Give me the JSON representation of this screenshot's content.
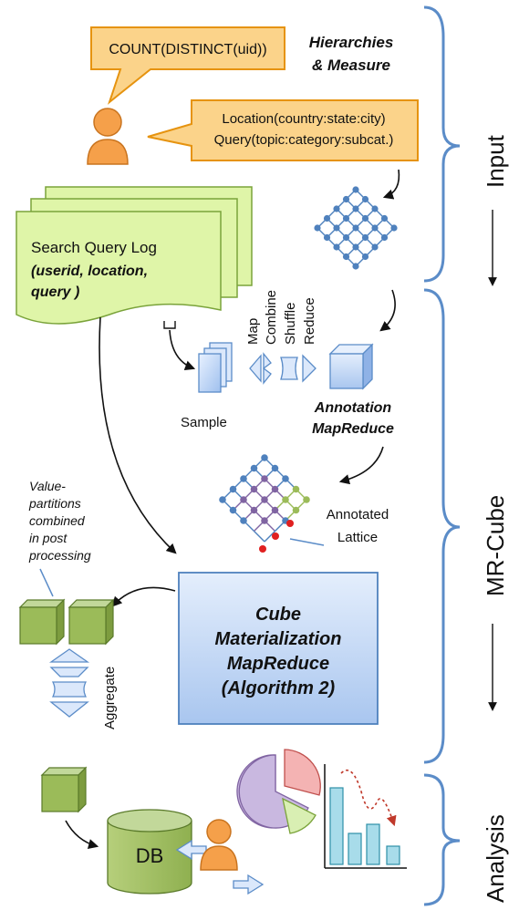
{
  "callouts": {
    "measure": "COUNT(DISTINCT(uid))",
    "hierarchy_line1": "Location(country:state:city)",
    "hierarchy_line2": "Query(topic:category:subcat.)"
  },
  "headings": {
    "hierarchies_line1": "Hierarchies",
    "hierarchies_line2": "& Measure"
  },
  "log": {
    "line1": "Search Query Log",
    "line2": "(userid, location,",
    "line3": "query )"
  },
  "pipeline": {
    "map": "Map",
    "combine": "Combine",
    "shuffle": "Shuffle",
    "reduce": "Reduce",
    "sample": "Sample",
    "annotation_line1": "Annotation",
    "annotation_line2": "MapReduce"
  },
  "lattice": {
    "line1": "Annotated",
    "line2": "Lattice"
  },
  "note": {
    "line1": "Value-",
    "line2": "partitions",
    "line3": "combined",
    "line4": "in post",
    "line5": "processing"
  },
  "cube": {
    "line1": "Cube",
    "line2": "Materialization",
    "line3": "MapReduce",
    "line4": "(Algorithm 2)"
  },
  "aggregate": "Aggregate",
  "db": "DB",
  "phases": {
    "input": "Input",
    "mrcube": "MR-Cube",
    "analysis": "Analysis"
  },
  "colors": {
    "callout_fill": "#fbd38a",
    "callout_stroke": "#e6930f",
    "person": "#f5a04a",
    "log_fill": "#dff5a8",
    "green_box": "#9bbb59",
    "cube_fill": "#c9dcf7",
    "cube_stroke": "#4f81bd",
    "lattice_blue": "#4f81bd",
    "lattice_purple": "#8064a2",
    "lattice_green": "#9bbb59",
    "red_dot": "#e02020",
    "brace": "#5b8cc8"
  }
}
